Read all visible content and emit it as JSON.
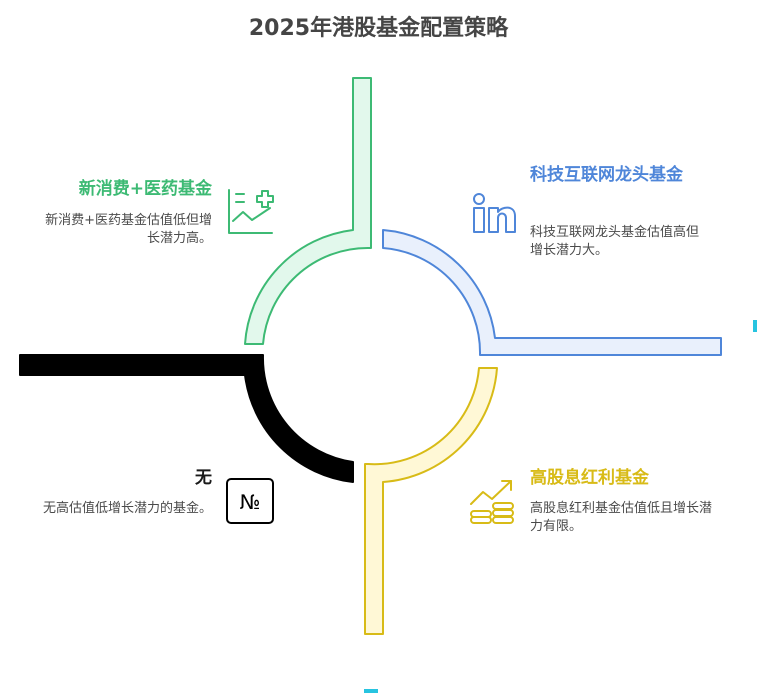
{
  "title": "2025年港股基金配置策略",
  "quadrants": {
    "top_left": {
      "title": "新消费+医药基金",
      "description": "新消费+医药基金估值低但增长潜力高。",
      "icon": "chart-medical-icon",
      "color": "#3dba74"
    },
    "top_right": {
      "title": "科技互联网龙头基金",
      "description": "科技互联网龙头基金估值高但增长潜力大。",
      "icon": "linkedin-icon",
      "color": "#4f86d9"
    },
    "bottom_left": {
      "title": "无",
      "description": "无高估值低增长潜力的基金。",
      "icon": "numero-sign-icon",
      "color": "#000000"
    },
    "bottom_right": {
      "title": "高股息红利基金",
      "description": "高股息红利基金估值低且增长潜力有限。",
      "icon": "growth-coins-icon",
      "color": "#d8bb17"
    }
  }
}
